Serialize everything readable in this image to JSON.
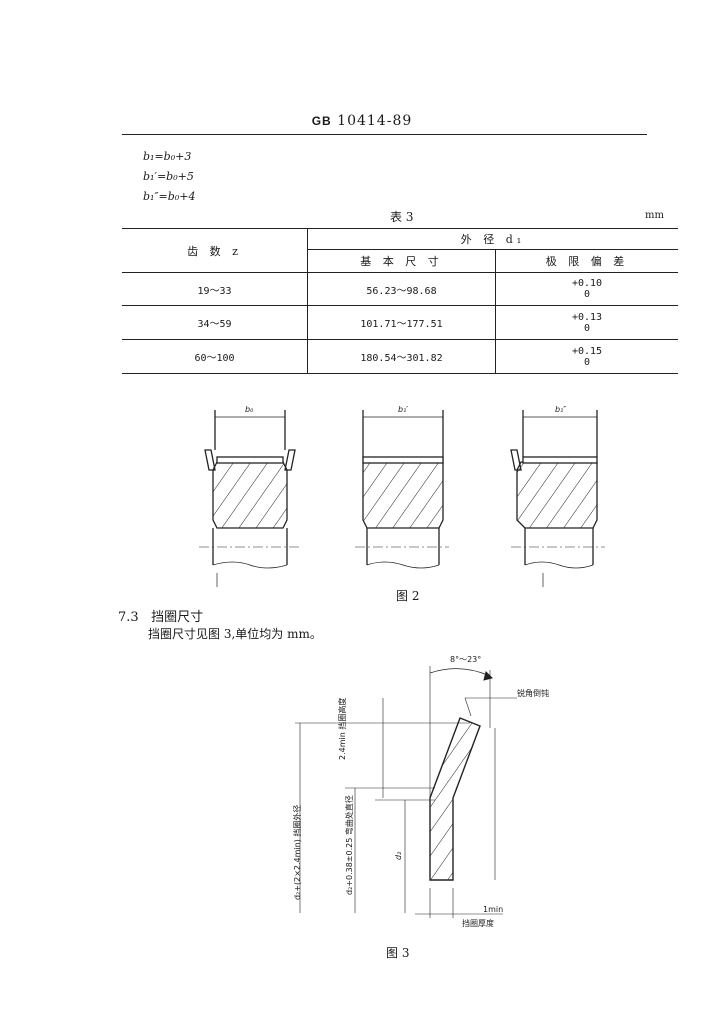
{
  "header": {
    "prefix": "GB",
    "number": "10414-89"
  },
  "formulas": [
    "b₁=b₀+3",
    "b₁′=b₀+5",
    "b₁″=b₀+4"
  ],
  "table3": {
    "caption": "表 3",
    "unit": "mm",
    "col_teeth": "齿 数 z",
    "col_outer": "外 径 d₁",
    "col_basic": "基 本 尺 寸",
    "col_dev": "极 限 偏 差",
    "rows": [
      {
        "teeth": "19～33",
        "basic": "56.23～98.68",
        "dev_upper": "+0.10",
        "dev_lower": "0"
      },
      {
        "teeth": "34～59",
        "basic": "101.71～177.51",
        "dev_upper": "+0.13",
        "dev_lower": "0"
      },
      {
        "teeth": "60～100",
        "basic": "180.54～301.82",
        "dev_upper": "+0.15",
        "dev_lower": "0"
      }
    ]
  },
  "figure2": {
    "label": "图 2",
    "dims": [
      "b₀",
      "b₁′",
      "b₁″"
    ]
  },
  "section": {
    "number": "7.3",
    "title": "挡圈尺寸",
    "text": "挡圈尺寸见图 3,单位均为 mm。"
  },
  "figure3": {
    "label": "图 3",
    "angle": "8°～23°",
    "sharp_edge": "锐角倒钝",
    "height_dim": "2.4min",
    "height_name": "挡圈高度",
    "outer_dim": "d₂+(2×2.4min)",
    "outer_name": "挡圈外径",
    "bend_dim": "d₂+0.38±0.25",
    "bend_name": "弯曲处直径",
    "d2": "d₂",
    "thickness_dim": "1min",
    "thickness_name": "挡圈厚度"
  }
}
